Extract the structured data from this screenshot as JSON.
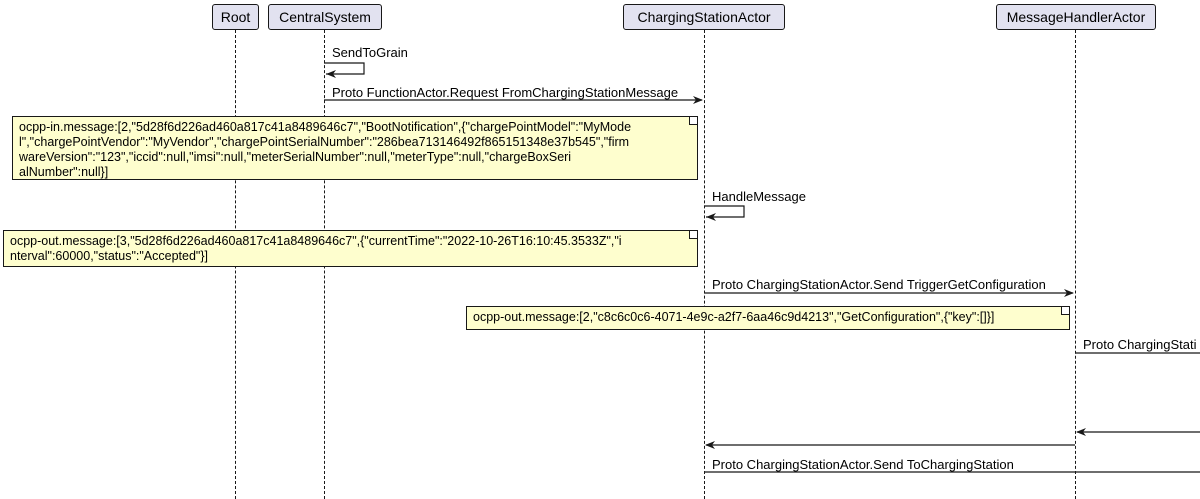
{
  "participants": [
    {
      "id": "root",
      "label": "Root"
    },
    {
      "id": "central",
      "label": "CentralSystem"
    },
    {
      "id": "csa",
      "label": "ChargingStationActor"
    },
    {
      "id": "mha",
      "label": "MessageHandlerActor"
    }
  ],
  "messages": [
    {
      "id": "m1",
      "label": "SendToGrain"
    },
    {
      "id": "m2",
      "label": "Proto FunctionActor.Request FromChargingStationMessage"
    },
    {
      "id": "m3",
      "label": "HandleMessage"
    },
    {
      "id": "m4",
      "label": "Proto ChargingStationActor.Send TriggerGetConfiguration"
    },
    {
      "id": "m5",
      "label": "Proto ChargingStati"
    },
    {
      "id": "m6",
      "label": ""
    },
    {
      "id": "m7",
      "label": ""
    },
    {
      "id": "m8",
      "label": "Proto ChargingStationActor.Send ToChargingStation"
    }
  ],
  "notes": [
    {
      "id": "n1",
      "lines": [
        "ocpp-in.message:[2,\"5d28f6d226ad460a817c41a8489646c7\",\"BootNotification\",{\"chargePointModel\":\"MyMode",
        "l\",\"chargePointVendor\":\"MyVendor\",\"chargePointSerialNumber\":\"286bea713146492f865151348e37b545\",\"firm",
        "wareVersion\":\"123\",\"iccid\":null,\"imsi\":null,\"meterSerialNumber\":null,\"meterType\":null,\"chargeBoxSeri",
        "alNumber\":null}]"
      ]
    },
    {
      "id": "n2",
      "lines": [
        "ocpp-out.message:[3,\"5d28f6d226ad460a817c41a8489646c7\",{\"currentTime\":\"2022-10-26T16:10:45.3533Z\",\"i",
        "nterval\":60000,\"status\":\"Accepted\"}]"
      ]
    },
    {
      "id": "n3",
      "lines": [
        "ocpp-out.message:[2,\"c8c6c0c6-4071-4e9c-a2f7-6aa46c9d4213\",\"GetConfiguration\",{\"key\":[]}]"
      ]
    }
  ]
}
